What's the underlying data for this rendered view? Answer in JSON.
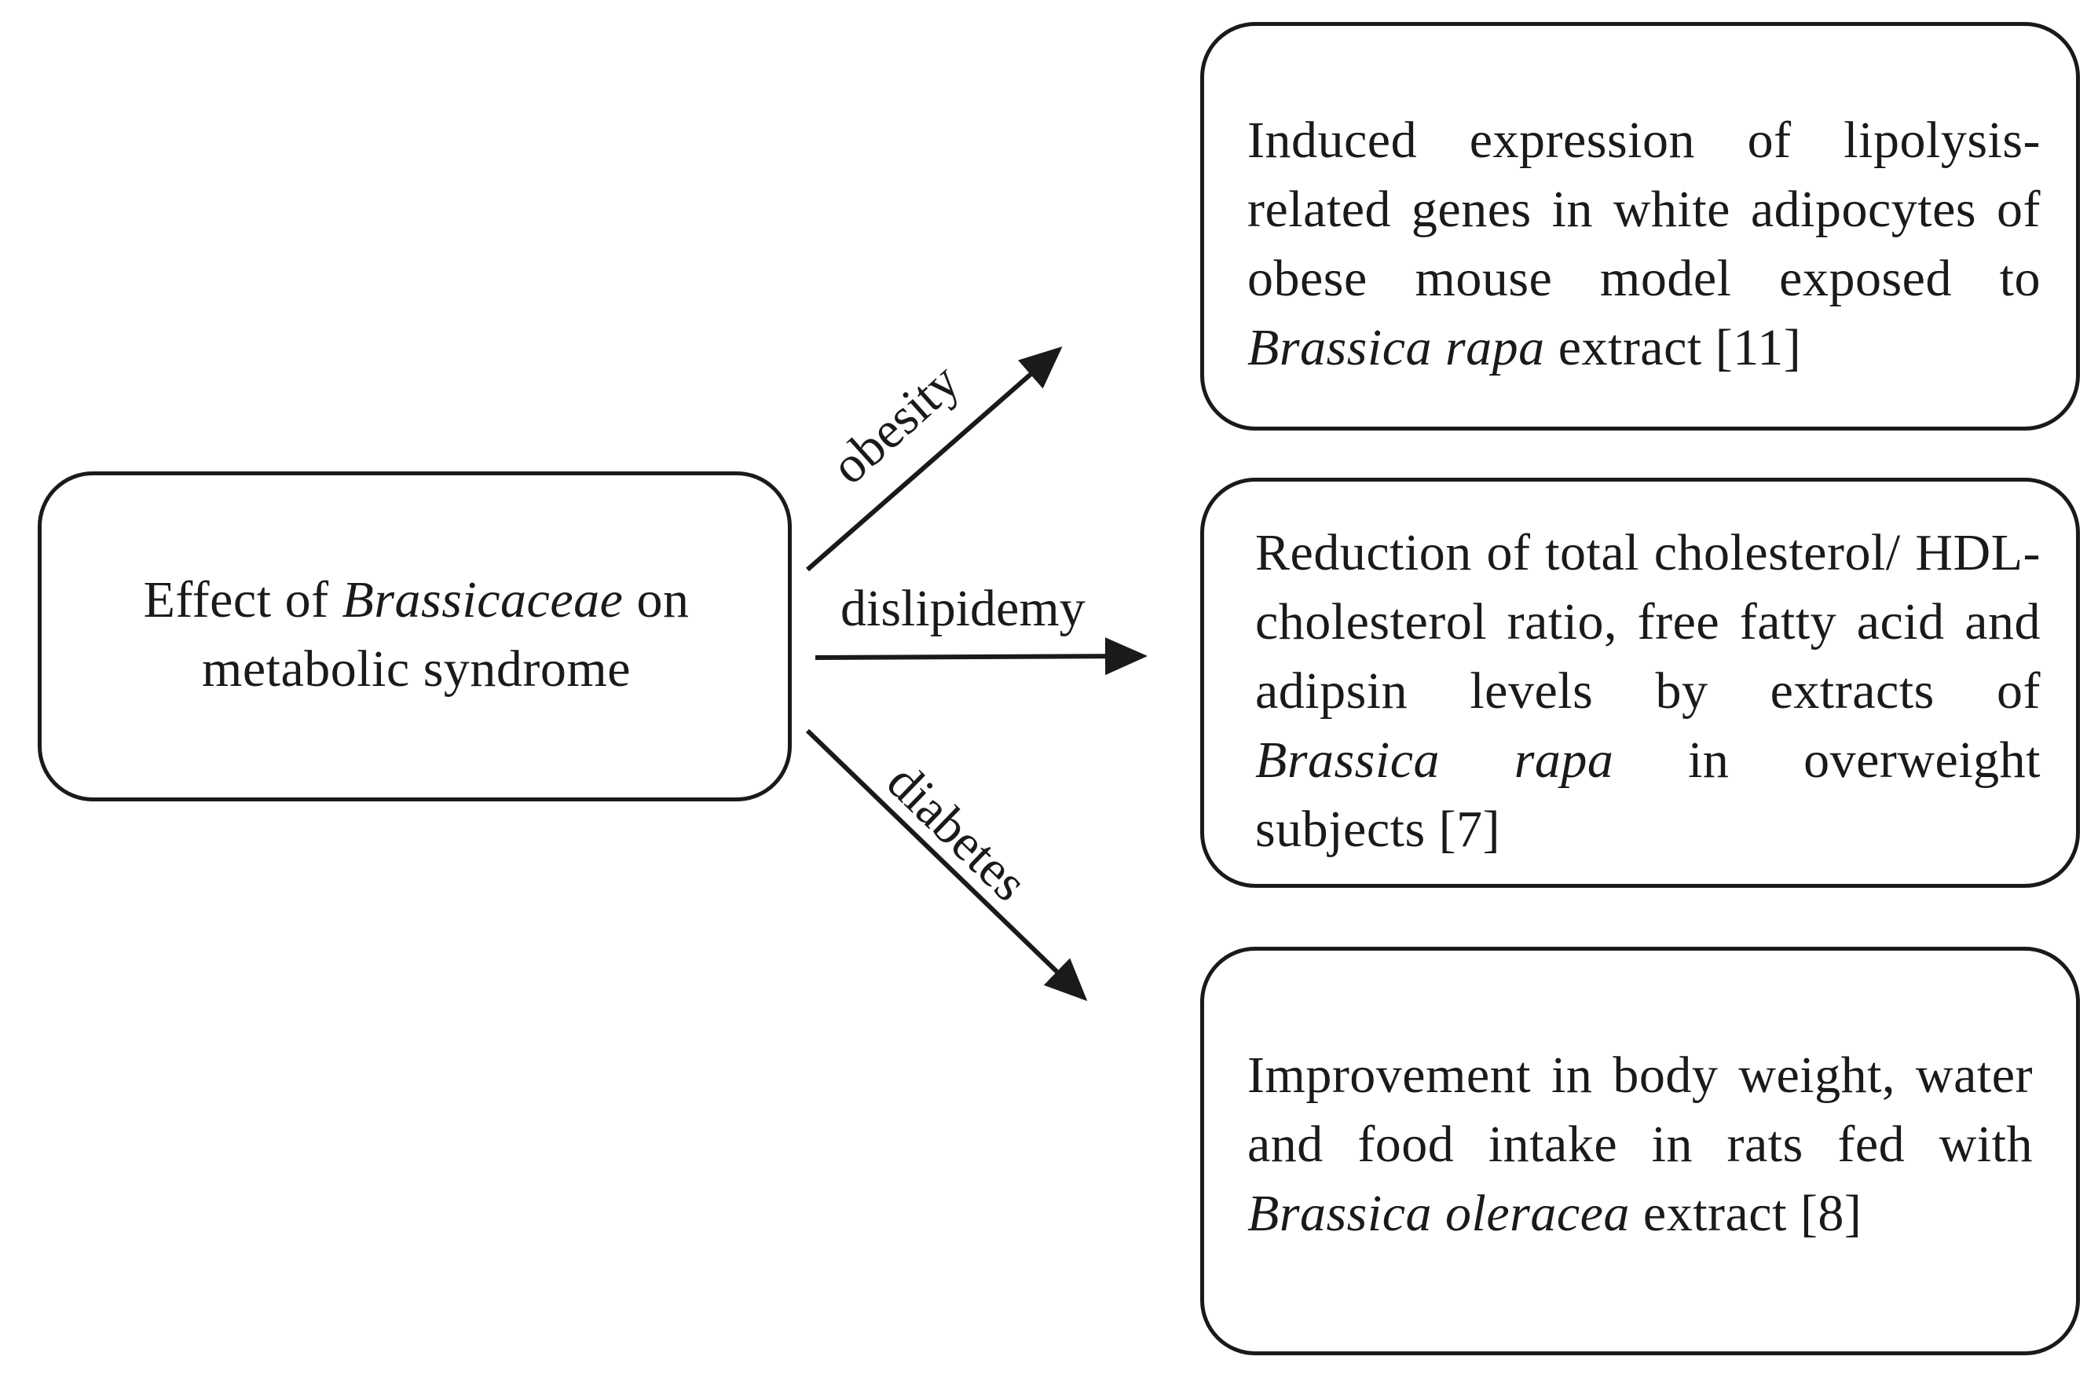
{
  "source": {
    "line1_prefix": "Effect of ",
    "line1_italic": "Brassicaceae",
    "line1_suffix": " on",
    "line2": "metabolic syndrome"
  },
  "edges": {
    "obesity": "obesity",
    "dyslipidemia": "dislipidemy",
    "diabetes": "diabetes"
  },
  "targets": {
    "obesity": {
      "text_prefix": "Induced expression of lipolysis-related genes in white adipocytes of obese mouse model exposed to ",
      "italic": "Brassica rapa",
      "text_suffix": " extract [11]"
    },
    "dyslipidemia": {
      "text_prefix": "Reduction of total cholesterol/ HDL-cholesterol ratio, free fatty acid and adipsin levels by extracts of ",
      "italic": "Brassica rapa",
      "text_suffix": " in overweight subjects [7]"
    },
    "diabetes": {
      "text_prefix": "Improvement in body weight, water and food intake in rats fed with ",
      "italic": "Brassica oleracea",
      "text_suffix": " extract [8]"
    }
  }
}
